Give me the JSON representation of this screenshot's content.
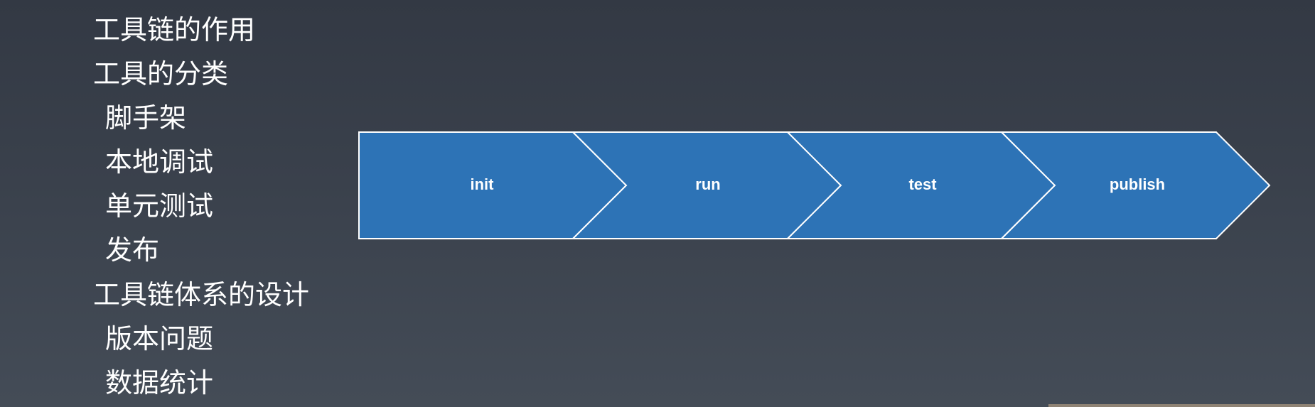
{
  "outline": [
    {
      "level": 1,
      "text": "工具链的作用"
    },
    {
      "level": 1,
      "text": "工具的分类"
    },
    {
      "level": 2,
      "text": "脚手架"
    },
    {
      "level": 2,
      "text": "本地调试"
    },
    {
      "level": 2,
      "text": "单元测试"
    },
    {
      "level": 2,
      "text": "发布"
    },
    {
      "level": 1,
      "text": "工具链体系的设计"
    },
    {
      "level": 2,
      "text": "版本问题"
    },
    {
      "level": 2,
      "text": "数据统计"
    }
  ],
  "flow": {
    "steps": [
      "init",
      "run",
      "test",
      "publish"
    ],
    "fill_color": "#2d73b6",
    "border_color": "#ffffff"
  }
}
